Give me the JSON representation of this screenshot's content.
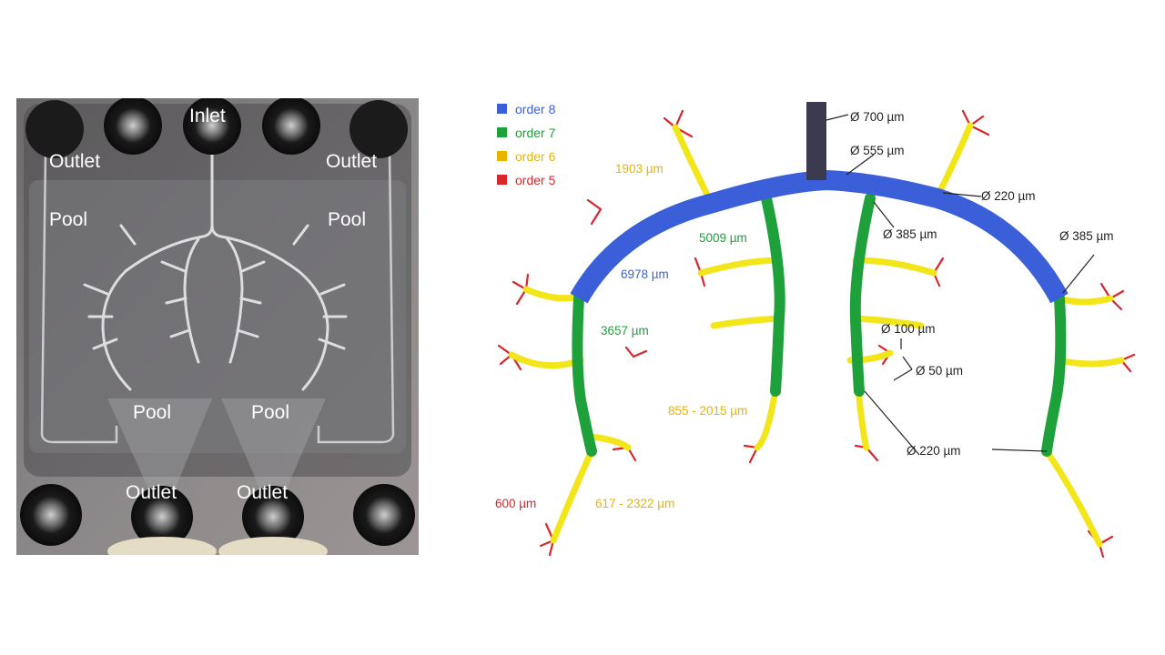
{
  "photo": {
    "labels": {
      "inlet": "Inlet",
      "outlet_top_left": "Outlet",
      "outlet_top_right": "Outlet",
      "pool_left": "Pool",
      "pool_right": "Pool",
      "pool_lower_left": "Pool",
      "pool_lower_right": "Pool",
      "outlet_bottom_left": "Outlet",
      "outlet_bottom_right": "Outlet"
    }
  },
  "diagram": {
    "colors": {
      "order8": "#3a5fd9",
      "order7": "#1ea03a",
      "order6": "#f2e61a",
      "order5": "#d8262b",
      "inlet": "#3b3a4e"
    },
    "legend": [
      {
        "label": "order 8",
        "color": "#3a5fd9"
      },
      {
        "label": "order 7",
        "color": "#1ea03a"
      },
      {
        "label": "order 6",
        "color": "#e8b400"
      },
      {
        "label": "order 5",
        "color": "#d8262b"
      }
    ],
    "annotations": {
      "d700": "Ø 700 µm",
      "d555": "Ø 555 µm",
      "d220_top": "Ø 220 µm",
      "d385_mid": "Ø 385 µm",
      "d385_right": "Ø 385 µm",
      "d100": "Ø 100 µm",
      "d50": "Ø 50 µm",
      "d220_bottom": "Ø 220 µm",
      "len1903": "1903 µm",
      "len5009": "5009 µm",
      "len6978": "6978 µm",
      "len3657": "3657 µm",
      "len855": "855 - 2015 µm",
      "len600": "600 µm",
      "len617": "617 - 2322 µm"
    }
  }
}
